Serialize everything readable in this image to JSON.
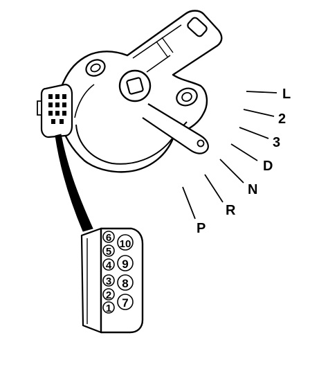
{
  "gear_positions": [
    "L",
    "2",
    "3",
    "D",
    "N",
    "R",
    "P"
  ],
  "connector_pins": {
    "top_row": [
      "6",
      "10"
    ],
    "left_column": [
      "5",
      "4",
      "3",
      "2",
      "1"
    ],
    "right_column": [
      "9",
      "8",
      "7"
    ]
  },
  "colors": {
    "ink": "#000000",
    "paper": "#ffffff"
  }
}
